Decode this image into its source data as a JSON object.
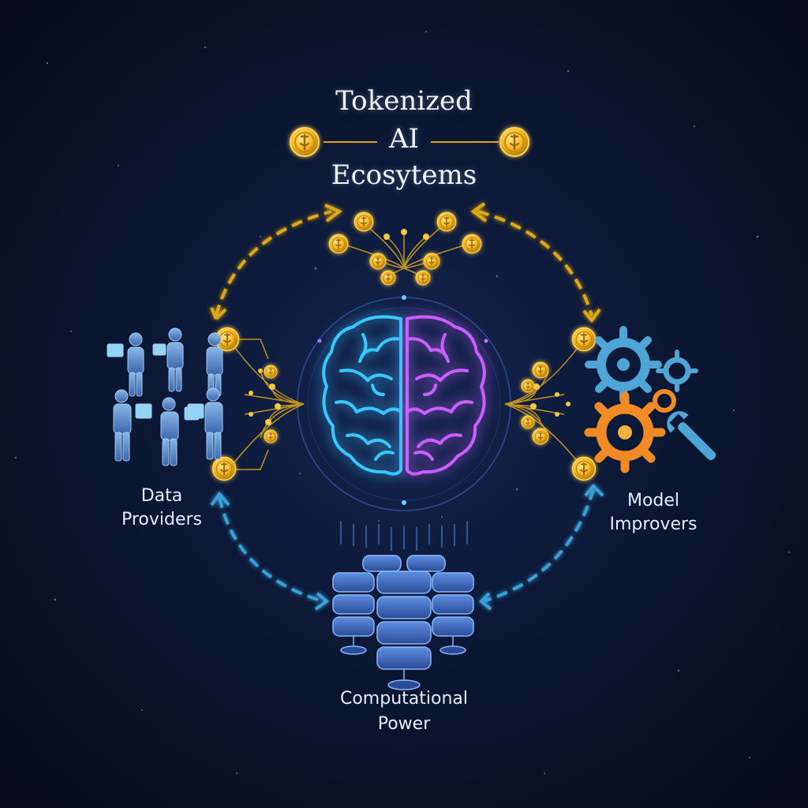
{
  "diagram": {
    "title": {
      "line1": "Tokenized",
      "line2": "AI",
      "line3": "Ecosytems"
    },
    "nodes": {
      "data_providers": "Data\nProviders",
      "model_improvers": "Model\nImprovers",
      "computational_power": "Computational\nPower"
    }
  },
  "colors": {
    "background": "#0a1228",
    "coin_gold": "#f5b81e",
    "brain_left": "#39c8ff",
    "brain_right": "#c860ff",
    "connector_gold": "#e0a818",
    "connector_cyan": "#3aa0d8",
    "people_tint": "#6aa8d8",
    "gear_blue": "#4fa6d6",
    "gear_orange": "#f08a24",
    "server_blue": "#3f6fc0"
  },
  "icons": [
    "coin-icon",
    "brain-icon",
    "people-icon",
    "gears-icon",
    "wrench-icon",
    "server-icon",
    "chain-arrow-icon"
  ]
}
